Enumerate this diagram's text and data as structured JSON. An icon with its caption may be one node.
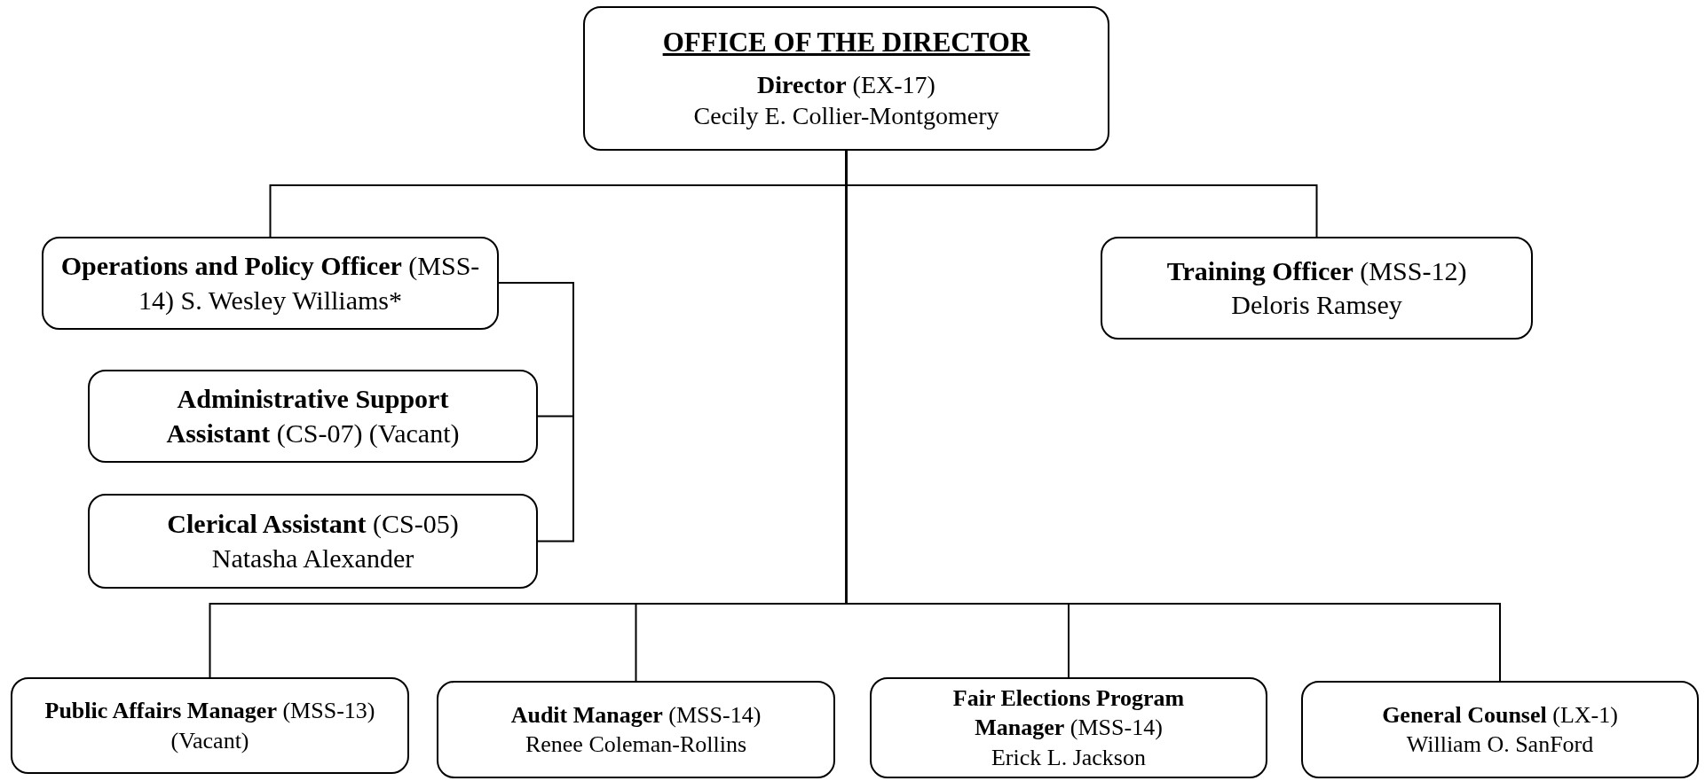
{
  "diagram": {
    "nodes": [
      {
        "text": [
          "OFFICE OF THE DIRECTOR",
          "**Director** (EX-17)",
          "Cecily E. Collier-Montgomery"
        ]
      },
      {
        "text": [
          "**Operations and Policy Officer** (MSS-14) S. Wesley Williams*"
        ]
      },
      {
        "text": [
          "**Training Officer** (MSS-12)",
          "Deloris Ramsey"
        ]
      },
      {
        "text": [
          "**Administrative Support Assistant** (CS-07) (Vacant)"
        ]
      },
      {
        "text": [
          "**Clerical Assistant** (CS-05)",
          "Natasha Alexander"
        ]
      },
      {
        "text": [
          "**Public Affairs Manager** (MSS-13)",
          "(Vacant)"
        ]
      },
      {
        "text": [
          "**Audit Manager** (MSS-14)",
          "Renee Coleman-Rollins"
        ]
      },
      {
        "text": [
          "**Fair Elections Program Manager** (MSS-14)",
          "Erick L. Jackson"
        ]
      },
      {
        "text": [
          "**General Counsel** (LX-1)",
          "William O. SanFord"
        ]
      }
    ],
    "edges": [
      {
        "from": 0,
        "to": 1,
        "arrow": "none"
      },
      {
        "from": 0,
        "to": 2,
        "arrow": "none"
      },
      {
        "from": 0,
        "to": 5,
        "arrow": "none"
      },
      {
        "from": 0,
        "to": 6,
        "arrow": "none"
      },
      {
        "from": 0,
        "to": 7,
        "arrow": "none"
      },
      {
        "from": 0,
        "to": 8,
        "arrow": "none"
      },
      {
        "from": 1,
        "to": 3,
        "arrow": "none"
      },
      {
        "from": 1,
        "to": 4,
        "arrow": "none"
      }
    ]
  }
}
